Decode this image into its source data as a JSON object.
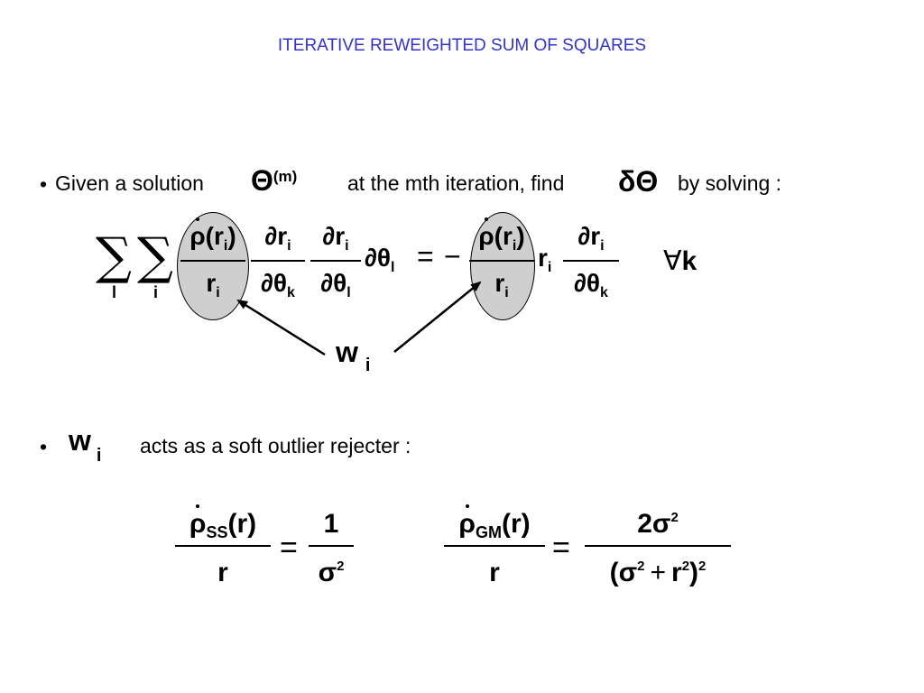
{
  "title": "ITERATIVE REWEIGHTED SUM OF SQUARES",
  "bullet1": {
    "bullet": "•",
    "text_a": "Given a solution",
    "theta_sym": "Θ",
    "theta_sup": "(m)",
    "text_b": "at the mth iteration, find",
    "delta_theta": "δΘ",
    "text_c": "by solving :"
  },
  "equation": {
    "sum": "∑",
    "sum_sub_l": "l",
    "sum_sub_i": "i",
    "rho_dot": "ρ",
    "r": "r",
    "sub_i": "i",
    "sub_k": "k",
    "sub_l": "l",
    "paren_open": "(",
    "paren_close": ")",
    "partial": "∂",
    "theta": "θ",
    "equals": "=",
    "minus": "−",
    "forall": "∀",
    "k": "k"
  },
  "weight_label": {
    "w": "w",
    "sub": "i"
  },
  "bullet2": {
    "bullet": "•",
    "w": "w",
    "sub": "i",
    "text": "acts as a soft outlier rejecter :"
  },
  "formula_ss": {
    "rho": "ρ",
    "sub": "SS",
    "arg": "(r)",
    "den": "r",
    "equals": "=",
    "rhs_num": "1",
    "rhs_den_base": "σ",
    "rhs_den_exp": "2"
  },
  "formula_gm": {
    "rho": "ρ",
    "sub": "GM",
    "arg": "(r)",
    "den": "r",
    "equals": "=",
    "rhs_num_coef": "2σ",
    "rhs_num_exp": "2",
    "rhs_den_open": "(σ",
    "rhs_den_exp1": "2",
    "rhs_den_plus": "+",
    "rhs_den_r": "r",
    "rhs_den_exp2": "2",
    "rhs_den_close": ")",
    "rhs_den_exp3": "2"
  }
}
